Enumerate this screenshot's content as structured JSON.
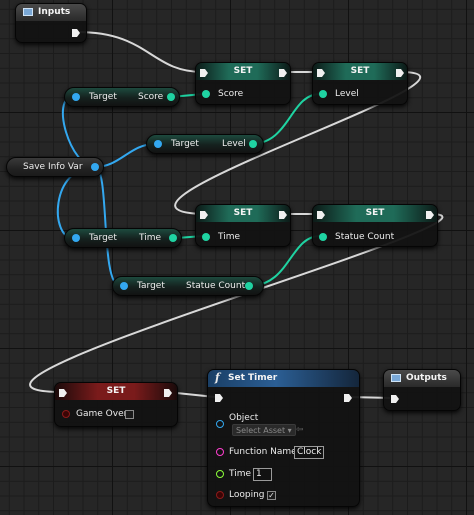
{
  "nodes": {
    "inputs": {
      "title": "Inputs"
    },
    "outputs": {
      "title": "Outputs"
    },
    "set_score": {
      "title": "SET",
      "pin": "Score"
    },
    "set_level": {
      "title": "SET",
      "pin": "Level"
    },
    "set_time": {
      "title": "SET",
      "pin": "Time"
    },
    "set_statue": {
      "title": "SET",
      "pin": "Statue Count"
    },
    "set_gameover": {
      "title": "SET",
      "pin": "Game Over",
      "checked": false
    },
    "get_score": {
      "target": "Target",
      "value": "Score"
    },
    "get_level": {
      "target": "Target",
      "value": "Level"
    },
    "get_time": {
      "target": "Target",
      "value": "Time"
    },
    "get_statue": {
      "target": "Target",
      "value": "Statue Count"
    },
    "save_info_var": {
      "label": "Save Info Var"
    },
    "set_timer": {
      "title": "Set Timer",
      "func_glyph": "f",
      "object_label": "Object",
      "object_placeholder": "Select Asset",
      "function_name_label": "Function Name",
      "function_name_value": "Clock",
      "time_label": "Time",
      "time_value": "1",
      "looping_label": "Looping",
      "looping_checked": true,
      "check_glyph": "✓",
      "dropdown_glyph": "▾",
      "use_asset_glyph": "⇦"
    }
  },
  "colors": {
    "exec_wire": "#d8d8d8",
    "float_wire": "#1fd3a2",
    "object_wire": "#33a8f0",
    "set_header": "#1f6b58",
    "bool_set_header": "#7a1b1b",
    "function_header": "#2b5e94"
  }
}
